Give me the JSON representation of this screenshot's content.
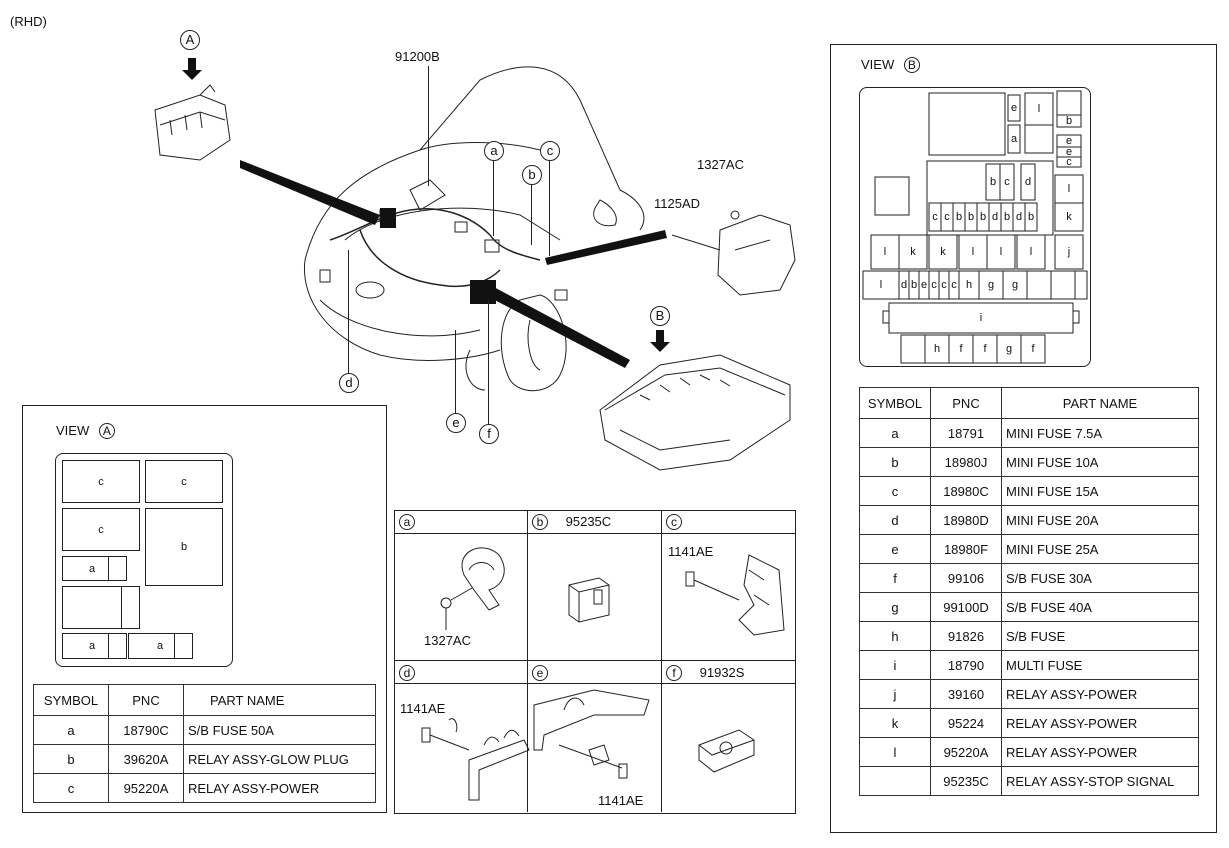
{
  "rhd": "(RHD)",
  "main": {
    "part_top": "91200B",
    "part_1327ac": "1327AC",
    "part_1125ad": "1125AD",
    "arrow_a": "A",
    "arrow_b": "B",
    "callouts": [
      "a",
      "b",
      "c",
      "d",
      "e",
      "f"
    ]
  },
  "view_a": {
    "title": "VIEW",
    "letter": "A",
    "cells": [
      "c",
      "c",
      "c",
      "b",
      "a",
      "a",
      "a"
    ],
    "table": {
      "headers": [
        "SYMBOL",
        "PNC",
        "PART NAME"
      ],
      "rows": [
        [
          "a",
          "18790C",
          "S/B FUSE 50A"
        ],
        [
          "b",
          "39620A",
          "RELAY ASSY-GLOW PLUG"
        ],
        [
          "c",
          "95220A",
          "RELAY ASSY-POWER"
        ]
      ]
    }
  },
  "details": {
    "a": {
      "letter": "a",
      "part": "",
      "label": "1327AC"
    },
    "b": {
      "letter": "b",
      "part": "95235C"
    },
    "c": {
      "letter": "c",
      "part": "",
      "label": "1141AE"
    },
    "d": {
      "letter": "d",
      "part": "",
      "label": "1141AE"
    },
    "e": {
      "letter": "e",
      "part": "",
      "label": "1141AE"
    },
    "f": {
      "letter": "f",
      "part": "91932S"
    }
  },
  "view_b": {
    "title": "VIEW",
    "letter": "B",
    "table": {
      "headers": [
        "SYMBOL",
        "PNC",
        "PART NAME"
      ],
      "rows": [
        [
          "a",
          "18791",
          "MINI FUSE 7.5A"
        ],
        [
          "b",
          "18980J",
          "MINI FUSE 10A"
        ],
        [
          "c",
          "18980C",
          "MINI FUSE 15A"
        ],
        [
          "d",
          "18980D",
          "MINI FUSE 20A"
        ],
        [
          "e",
          "18980F",
          "MINI FUSE 25A"
        ],
        [
          "f",
          "99106",
          "S/B FUSE 30A"
        ],
        [
          "g",
          "99100D",
          "S/B FUSE 40A"
        ],
        [
          "h",
          "91826",
          "S/B FUSE"
        ],
        [
          "i",
          "18790",
          "MULTI FUSE"
        ],
        [
          "j",
          "39160",
          "RELAY ASSY-POWER"
        ],
        [
          "k",
          "95224",
          "RELAY ASSY-POWER"
        ],
        [
          "l",
          "95220A",
          "RELAY ASSY-POWER"
        ],
        [
          "",
          "95235C",
          "RELAY ASSY-STOP SIGNAL"
        ]
      ]
    }
  }
}
